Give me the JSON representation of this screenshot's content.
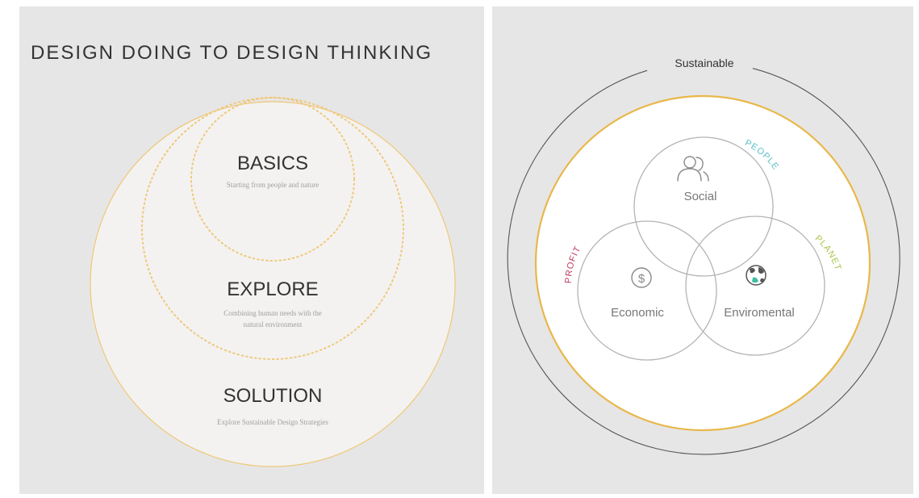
{
  "left": {
    "title": "DESIGN DOING TO DESIGN THINKING",
    "levels": [
      {
        "heading": "BASICS",
        "description": "Starting from people and nature"
      },
      {
        "heading": "EXPLORE",
        "description_lines": [
          "Combining human needs with the",
          "natural environment"
        ]
      },
      {
        "heading": "SOLUTION",
        "description": "Explore Sustainable Design Strategies"
      }
    ]
  },
  "right": {
    "outer_label": "Sustainable",
    "arc_labels": {
      "people": "PEOPLE",
      "profit": "PROFIT",
      "planet": "PLANET"
    },
    "circles": {
      "social": {
        "label": "Social",
        "icon": "people-icon"
      },
      "economic": {
        "label": "Economic",
        "icon": "dollar-icon"
      },
      "environmental": {
        "label": "Enviromental",
        "icon": "globe-icon"
      }
    }
  },
  "colors": {
    "panel_bg": "#e7e6e6",
    "circle_fill": "#f3f2f0",
    "gold": "#e8b84a",
    "dotted": "#f0c87a",
    "people": "#5bc0c9",
    "profit": "#c0395d",
    "planet": "#a7c44a",
    "heading": "#333333",
    "muted": "#8a8a8a"
  }
}
